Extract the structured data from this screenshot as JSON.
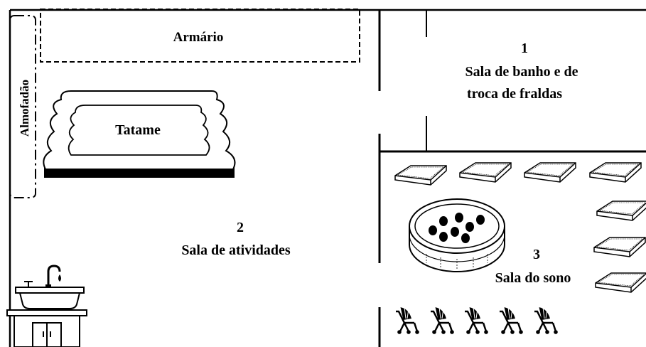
{
  "labels": {
    "armario": "Armário",
    "almofadao": "Almofadão",
    "tatame": "Tatame",
    "room1_number": "1",
    "room1_line1": "Sala de banho e de",
    "room1_line2": "troca de fraldas",
    "room2_number": "2",
    "room2_name": "Sala de atividades",
    "room3_number": "3",
    "room3_name": "Sala do sono"
  },
  "icons": {
    "mattresses": [
      "mattress-icon",
      "mattress-icon",
      "mattress-icon",
      "mattress-icon",
      "mattress-icon",
      "mattress-icon",
      "mattress-icon"
    ],
    "strollers": [
      "stroller-icon",
      "stroller-icon",
      "stroller-icon",
      "stroller-icon",
      "stroller-icon"
    ],
    "ball_pool": "ball-pool-icon",
    "sink": "sink-cabinet-icon"
  },
  "colors": {
    "line": "#000000",
    "background": "#ffffff"
  }
}
